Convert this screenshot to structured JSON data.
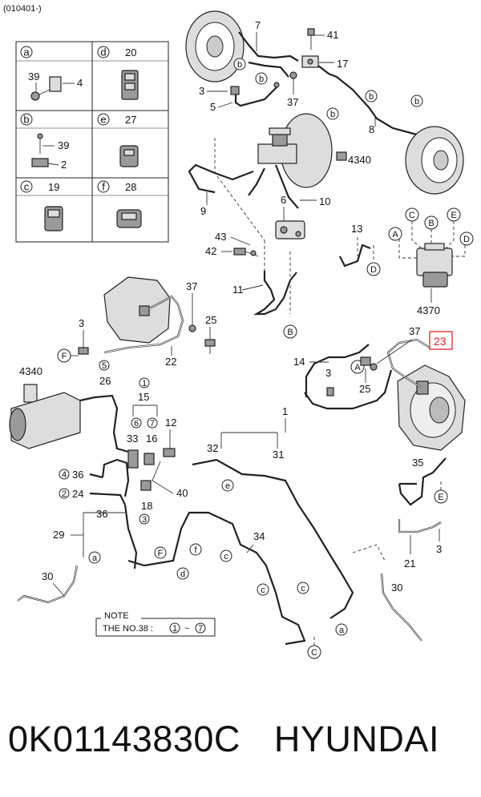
{
  "header": {
    "date_code": "(010401-)"
  },
  "legend_table": {
    "cells": [
      {
        "letter": "a",
        "number": "20",
        "letter2": "d"
      },
      {
        "letter": "b",
        "number": "27",
        "letter2": "e"
      },
      {
        "letter": "c",
        "number": "19",
        "letter2": "f",
        "number2": "28"
      }
    ],
    "a_labels": [
      "39",
      "4"
    ],
    "b_labels": [
      "39",
      "2"
    ],
    "top_right_num": "20",
    "mid_right_num": "27",
    "c_num": "19",
    "f_num": "28"
  },
  "callouts": {
    "n7": "7",
    "n41": "41",
    "n17": "17",
    "n3a": "3",
    "n5": "5",
    "n37a": "37",
    "n8": "8",
    "n4340a": "4340",
    "n9": "9",
    "n6": "6",
    "n10": "10",
    "n43": "43",
    "n42": "42",
    "n13": "13",
    "n11": "11",
    "n4370": "4370",
    "n37b": "37",
    "n3b": "3",
    "n25a": "25",
    "n22": "22",
    "n4340b": "4340",
    "n26": "26",
    "n15": "15",
    "n12": "12",
    "n33": "33",
    "n16": "16",
    "n36a": "36",
    "n24": "24",
    "n40": "40",
    "n18": "18",
    "n14": "14",
    "n3c": "3",
    "n25b": "25",
    "n37c": "37",
    "n23": "23",
    "n1": "1",
    "n32": "32",
    "n31": "31",
    "n35": "35",
    "n21": "21",
    "n3d": "3",
    "n36b": "36",
    "n29": "29",
    "n34": "34",
    "n30a": "30",
    "n30b": "30"
  },
  "circled": {
    "b": "b",
    "c": "c",
    "d": "d",
    "e": "e",
    "f": "f",
    "a": "a",
    "A": "A",
    "B": "B",
    "C": "C",
    "D": "D",
    "E": "E",
    "F": "F",
    "one": "1",
    "two": "2",
    "four": "4",
    "five": "5",
    "six": "6",
    "seven": "7"
  },
  "note": {
    "title": "NOTE",
    "text": "THE NO.38 :",
    "range_sep": "~"
  },
  "footer": {
    "part_number": "0K01143830C",
    "brand": "HYUNDAI"
  },
  "colors": {
    "highlight": "#d22222",
    "line": "#222222"
  }
}
